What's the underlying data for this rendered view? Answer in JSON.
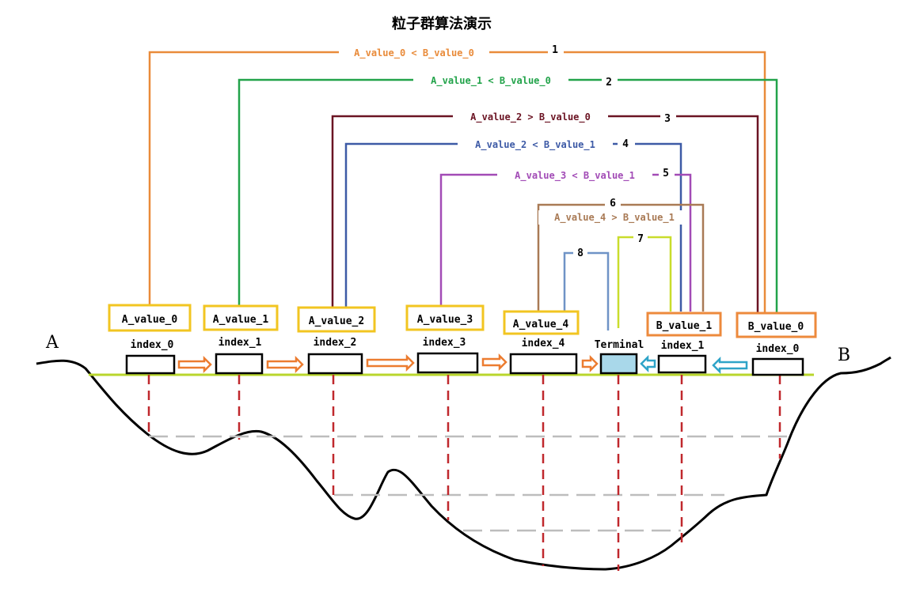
{
  "title": "粒子群算法演示",
  "endpoints": {
    "left": "A",
    "right": "B"
  },
  "colors": {
    "a_box_border": "#f2c521",
    "b_box_border": "#ed8a3c",
    "arrow_orange": "#ec7c30",
    "arrow_blue": "#2fa4c8",
    "terminal_fill": "#a9d8ea",
    "ground_line": "#b9d62c",
    "probe_red": "#c0282d",
    "depth_gray": "#bdbdbd"
  },
  "a_nodes": [
    {
      "value_label": "A_value_0",
      "index_label": "index_0"
    },
    {
      "value_label": "A_value_1",
      "index_label": "index_1"
    },
    {
      "value_label": "A_value_2",
      "index_label": "index_2"
    },
    {
      "value_label": "A_value_3",
      "index_label": "index_3"
    },
    {
      "value_label": "A_value_4",
      "index_label": "index_4"
    }
  ],
  "terminal": {
    "label": "Terminal"
  },
  "b_nodes": [
    {
      "value_label": "B_value_1",
      "index_label": "index_1"
    },
    {
      "value_label": "B_value_0",
      "index_label": "index_0"
    }
  ],
  "comparisons": [
    {
      "step": "1",
      "text": "A_value_0 < B_value_0",
      "color": "#e98b3a"
    },
    {
      "step": "2",
      "text": "A_value_1 < B_value_0",
      "color": "#22a34a"
    },
    {
      "step": "3",
      "text": "A_value_2 > B_value_0",
      "color": "#6b1423"
    },
    {
      "step": "4",
      "text": "A_value_2 < B_value_1",
      "color": "#3d5aa6"
    },
    {
      "step": "5",
      "text": "A_value_3 < B_value_1",
      "color": "#a24bb6"
    },
    {
      "step": "6",
      "text": "A_value_4 > B_value_1",
      "color": "#a97a55"
    },
    {
      "step": "7",
      "text": "",
      "color": "#c9dd2c"
    },
    {
      "step": "8",
      "text": "",
      "color": "#6f93c6"
    }
  ]
}
